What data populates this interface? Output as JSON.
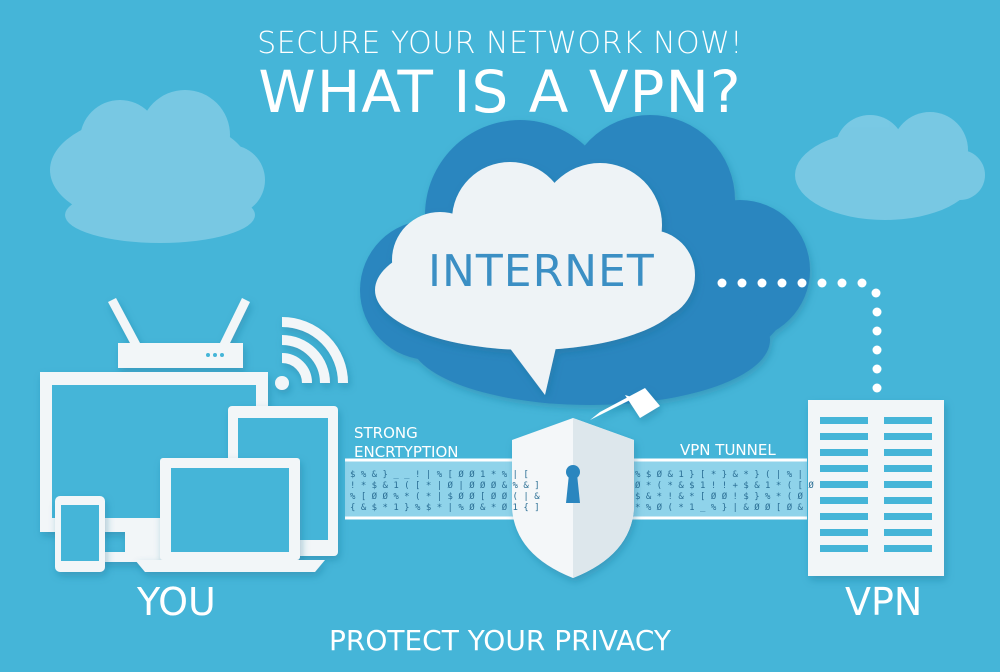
{
  "header": {
    "subtitle": "SECURE YOUR NETWORK NOW!",
    "title": "WHAT IS A VPN?"
  },
  "cloud": {
    "label": "INTERNET"
  },
  "labels": {
    "encryption": "STRONG ENCRTYPTION",
    "tunnel": "VPN TUNNEL",
    "you": "YOU",
    "vpn": "VPN"
  },
  "footer": {
    "text": "PROTECT YOUR PRIVACY"
  },
  "colors": {
    "background": "#45b5d8",
    "cloud_dark": "#2a86bf",
    "cloud_light": "#eef3f6",
    "device_white": "#f2f6f8",
    "accent_text": "#3b8fc4"
  }
}
